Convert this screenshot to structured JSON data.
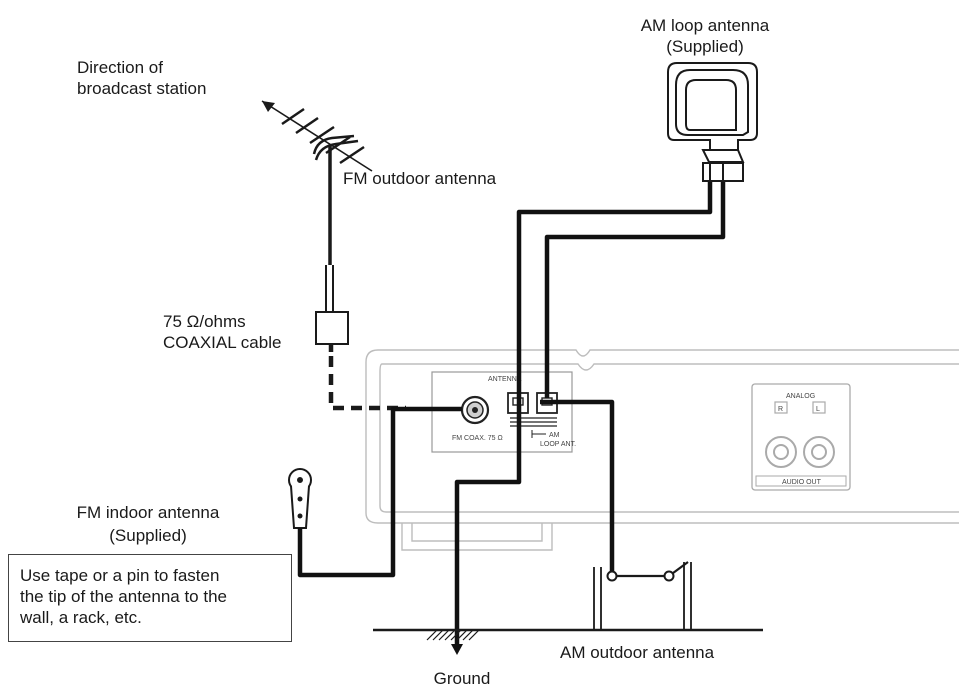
{
  "labels": {
    "direction": [
      "Direction of",
      "broadcast station"
    ],
    "fm_outdoor": "FM outdoor antenna",
    "coax": [
      "75 Ω/ohms",
      "COAXIAL cable"
    ],
    "am_loop": [
      "AM loop antenna",
      "(Supplied)"
    ],
    "fm_indoor": [
      "FM indoor antenna",
      "(Supplied)"
    ],
    "am_outdoor": "AM outdoor antenna",
    "ground": "Ground"
  },
  "panel": {
    "antenna": "ANTENNA",
    "fm_coax": "FM COAX. 75 Ω",
    "am": "AM",
    "loop_ant": "LOOP ANT.",
    "analog": "ANALOG",
    "r": "R",
    "l": "L",
    "audio_out": "AUDIO OUT"
  },
  "note": [
    "Use tape or a pin to fasten",
    "the tip of the antenna to the",
    "wall, a rack, etc."
  ]
}
